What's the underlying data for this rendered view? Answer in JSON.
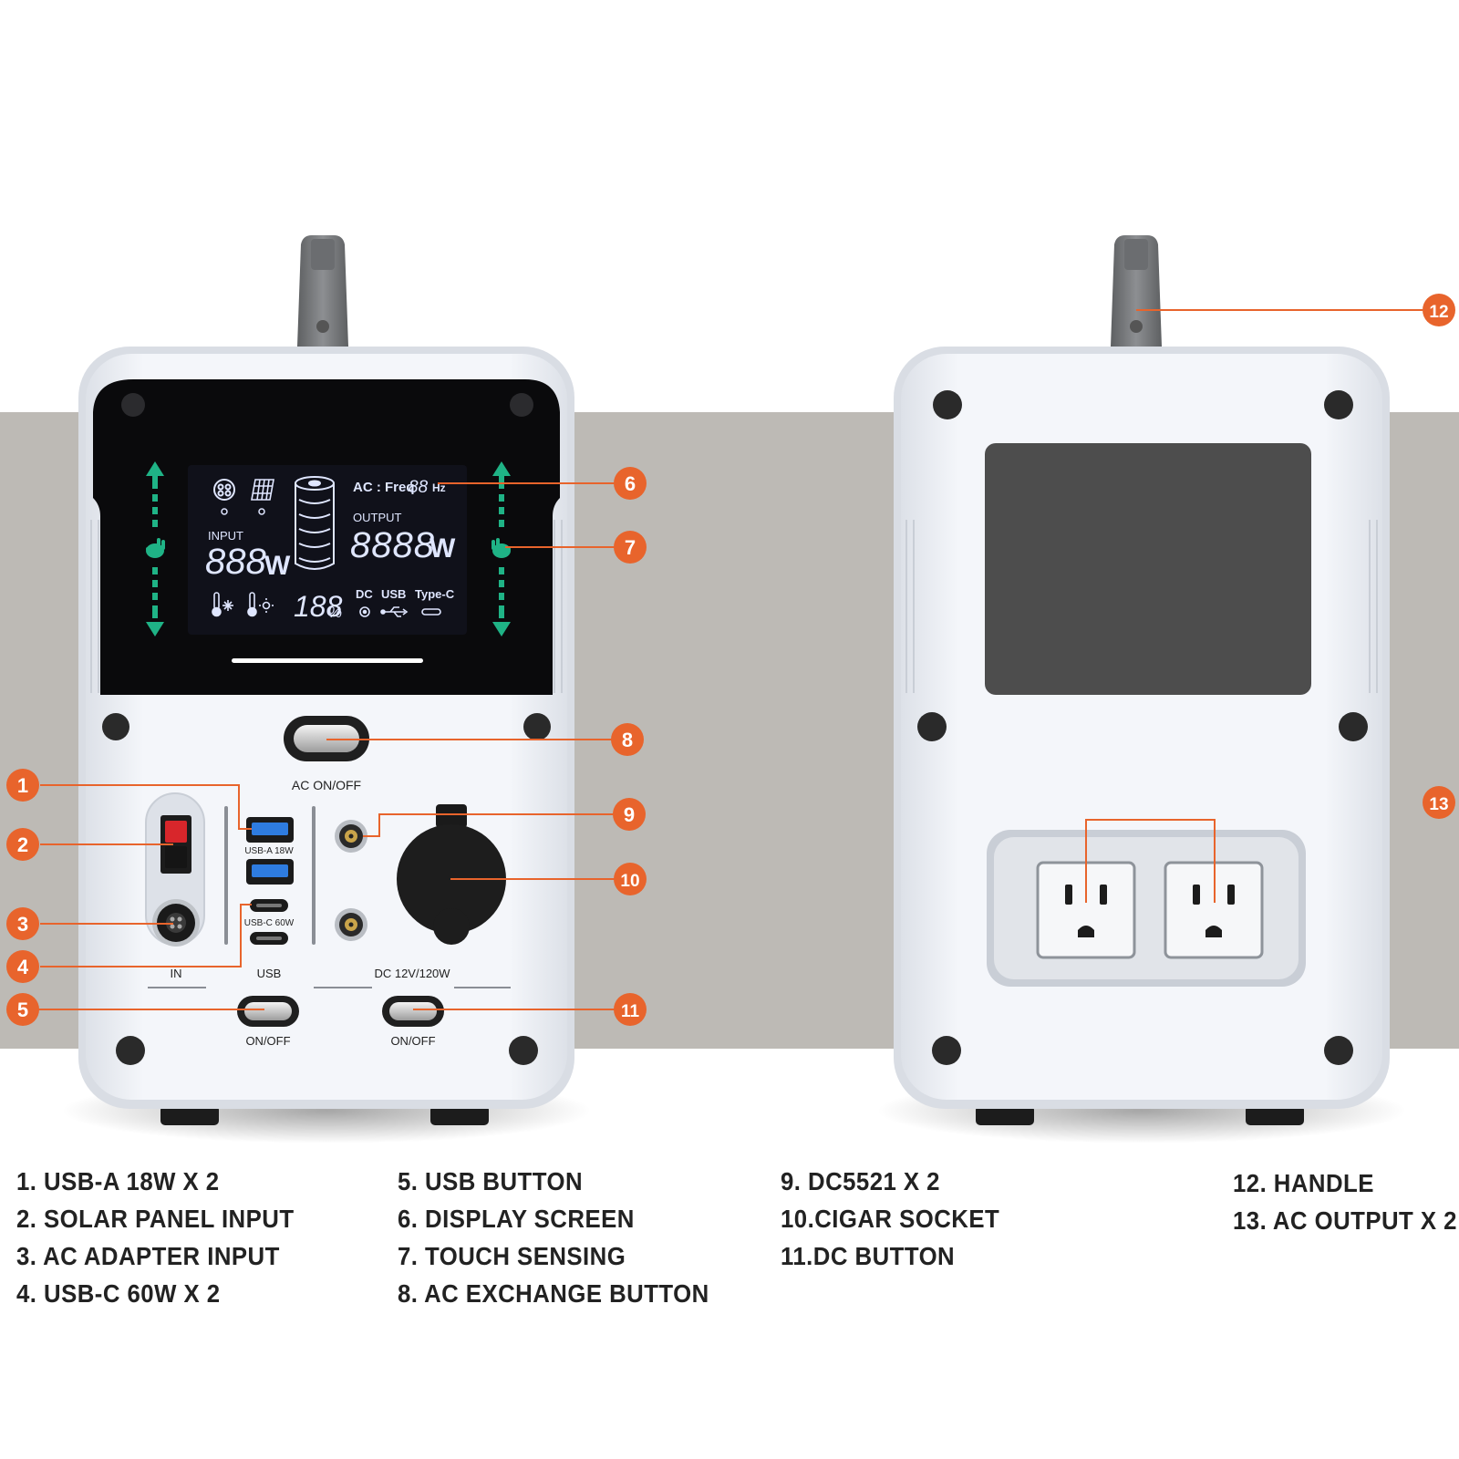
{
  "colors": {
    "accent": "#e8642c",
    "background_band": "#bdbab5",
    "device_body": "#eef1f6",
    "display_face": "#0a0a0c",
    "lcd_text": "#dfe6ff",
    "touch_arrow": "#1fb386",
    "handle": "#7b7d80",
    "screen_panel": "#4d4d4d"
  },
  "front_device": {
    "lcd": {
      "ac_freq_label": "AC : Freq",
      "freq_value": "88",
      "freq_unit": "Hz",
      "input_label": "INPUT",
      "input_value": "888",
      "input_unit": "W",
      "output_label": "OUTPUT",
      "output_value": "8888",
      "output_unit": "W",
      "battery_percent": "188",
      "percent_sign": "%",
      "dc_label": "DC",
      "usb_label": "USB",
      "typec_label": "Type-C"
    },
    "labels": {
      "ac_on_off": "AC ON/OFF",
      "usb_a": "USB-A 18W",
      "usb_c": "USB-C 60W",
      "in": "IN",
      "usb": "USB",
      "dc": "DC 12V/120W",
      "usb_on_off": "ON/OFF",
      "dc_on_off": "ON/OFF"
    }
  },
  "callouts": [
    "1",
    "2",
    "3",
    "4",
    "5",
    "6",
    "7",
    "8",
    "9",
    "10",
    "11",
    "12",
    "13"
  ],
  "legend": {
    "columns": [
      [
        "1.  USB-A  18W X 2",
        "2.  SOLAR PANEL INPUT",
        "3.  AC ADAPTER INPUT",
        "4.  USB-C  60W X 2"
      ],
      [
        "5.  USB BUTTON",
        "6.  DISPLAY SCREEN",
        "7.  TOUCH SENSING",
        "8.  AC EXCHANGE BUTTON"
      ],
      [
        "9.  DC5521 X 2",
        "10.CIGAR SOCKET",
        "11.DC BUTTON"
      ],
      [
        "12.  HANDLE",
        "13.  AC OUTPUT X 2"
      ]
    ]
  }
}
